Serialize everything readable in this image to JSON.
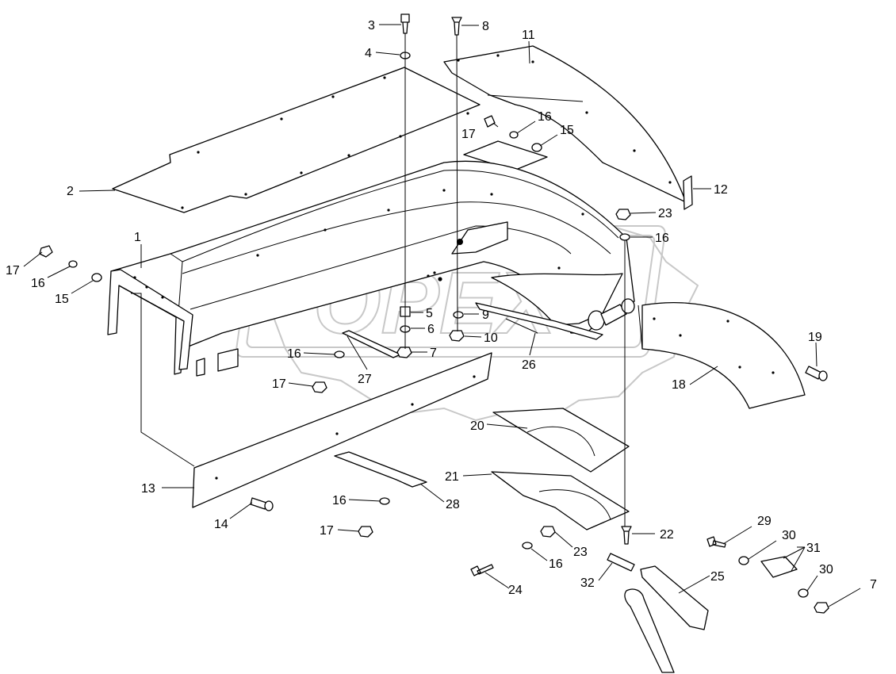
{
  "watermark": {
    "text": "OPEX"
  },
  "callouts": [
    "1",
    "2",
    "3",
    "4",
    "5",
    "6",
    "7",
    "8",
    "9",
    "10",
    "11",
    "12",
    "13",
    "14",
    "15",
    "16",
    "17",
    "18",
    "19",
    "20",
    "21",
    "22",
    "23",
    "24",
    "25",
    "26",
    "27",
    "28",
    "29",
    "30",
    "31",
    "32"
  ],
  "labels": {
    "l3": "3",
    "l4": "4",
    "l8": "8",
    "l11": "11",
    "l16a": "16",
    "l17a": "17",
    "l15a": "15",
    "l2": "2",
    "l12": "12",
    "l23a": "23",
    "l16b": "16",
    "l1": "1",
    "l17b": "17",
    "l16c": "16",
    "l15b": "15",
    "l5": "5",
    "l6": "6",
    "l7a": "7",
    "l9": "9",
    "l10": "10",
    "l16d": "16",
    "l17c": "17",
    "l27": "27",
    "l26": "26",
    "l19": "19",
    "l18": "18",
    "l20": "20",
    "l13": "13",
    "l21": "21",
    "l28": "28",
    "l16e": "16",
    "l14": "14",
    "l17d": "17",
    "l22": "22",
    "l23b": "23",
    "l16f": "16",
    "l29": "29",
    "l30a": "30",
    "l31": "31",
    "l30b": "30",
    "l7b": "7",
    "l24": "24",
    "l32": "32",
    "l25": "25"
  }
}
